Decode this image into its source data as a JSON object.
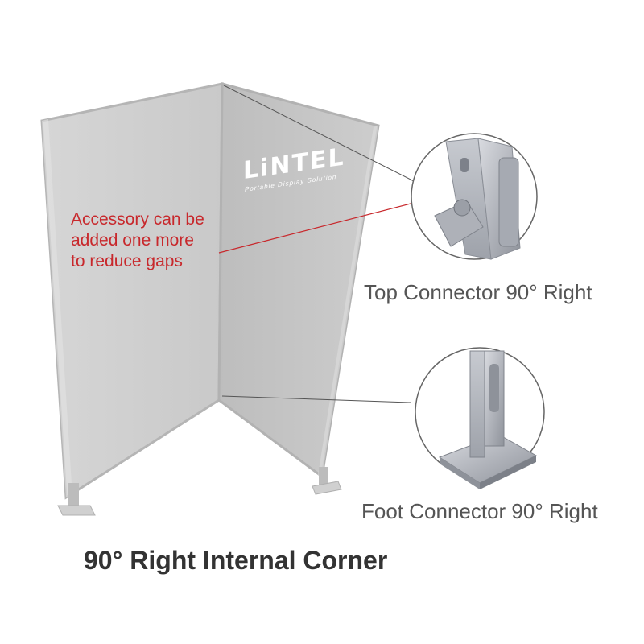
{
  "callout": {
    "lines": [
      "Accessory can be",
      "added one more",
      "to reduce gaps"
    ]
  },
  "brand": {
    "name": "LiNTEL",
    "tagline": "Portable Display Solution"
  },
  "captions": {
    "top_connector": "Top Connector 90° Right",
    "foot_connector": "Foot Connector 90° Right"
  },
  "title": "90° Right Internal Corner",
  "colors": {
    "callout_text": "#c8282c",
    "panel_left": "#cfcfcf",
    "panel_right": "#c6c6c6",
    "caption_text": "#555555",
    "title_text": "#333333"
  }
}
